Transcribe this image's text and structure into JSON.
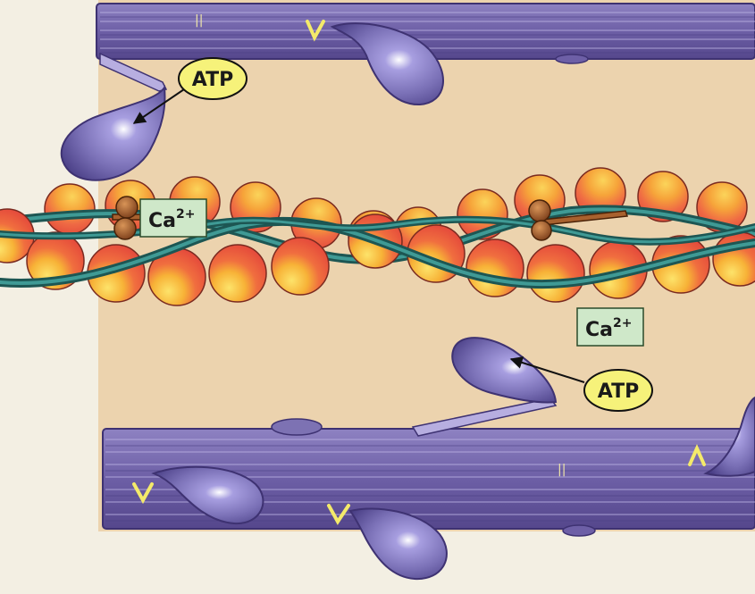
{
  "labels": {
    "atp_top": "ATP",
    "atp_bottom": "ATP",
    "ca_top_main": "Ca",
    "ca_top_sup": "2+",
    "ca_bottom_main": "Ca",
    "ca_bottom_sup": "2+"
  },
  "colors": {
    "background": "#f3efe3",
    "cytoplasm": "#ecd3ae",
    "myosin_filament": "#7a6aae",
    "myosin_head": "#7d72b3",
    "actin_bead": "#ec5b48",
    "actin_highlight": "#f7c940",
    "tropomyosin": "#2f7d7a",
    "troponin": "#8e4a22",
    "atp_label": "#f6f27a",
    "ca_label": "#cfe8c9"
  }
}
